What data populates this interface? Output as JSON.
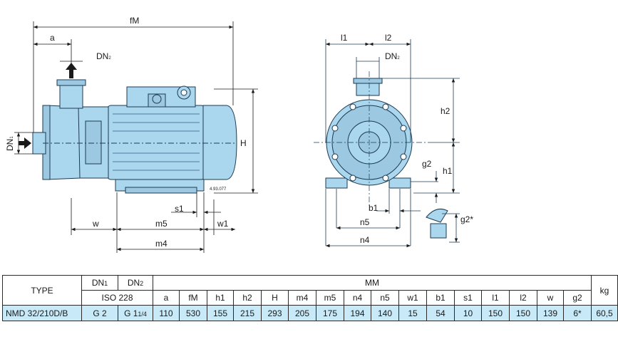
{
  "colors": {
    "pump": "#aad6ee",
    "pump_stroke": "#1c3a52",
    "data_row": "#c8e9f7",
    "dim_line": "#1a1a1a"
  },
  "drawing": {
    "side": {
      "fM": "fM",
      "a": "a",
      "dn2": "DN",
      "dn2_sub": "2",
      "dn1": "DN",
      "dn1_sub": "1",
      "H": "H",
      "s1": "s1",
      "w": "w",
      "m5": "m5",
      "w1": "w1",
      "m4": "m4",
      "ref": "4.93.077"
    },
    "front": {
      "l1": "l1",
      "l2": "l2",
      "dn2": "DN",
      "dn2_sub": "2",
      "h2": "h2",
      "g2": "g2",
      "h1": "h1",
      "b1": "b1",
      "n5": "n5",
      "n4": "n4",
      "g2star": "g2*"
    }
  },
  "table": {
    "type_header": "TYPE",
    "dn1": "DN",
    "dn1_sub": "1",
    "dn2": "DN",
    "dn2_sub": "2",
    "iso": "ISO 228",
    "mm": "MM",
    "kg": "kg",
    "columns": [
      "a",
      "fM",
      "h1",
      "h2",
      "H",
      "m4",
      "m5",
      "n4",
      "n5",
      "w1",
      "b1",
      "s1",
      "l1",
      "l2",
      "w",
      "g2"
    ],
    "row": {
      "type": "NMD 32/210D/B",
      "dn1": "G 2",
      "dn2_main": "G 1",
      "dn2_frac": "1/4",
      "values": [
        "110",
        "530",
        "155",
        "215",
        "293",
        "205",
        "175",
        "194",
        "140",
        "15",
        "54",
        "10",
        "150",
        "150",
        "139",
        "6*"
      ],
      "kg": "60,5"
    }
  }
}
